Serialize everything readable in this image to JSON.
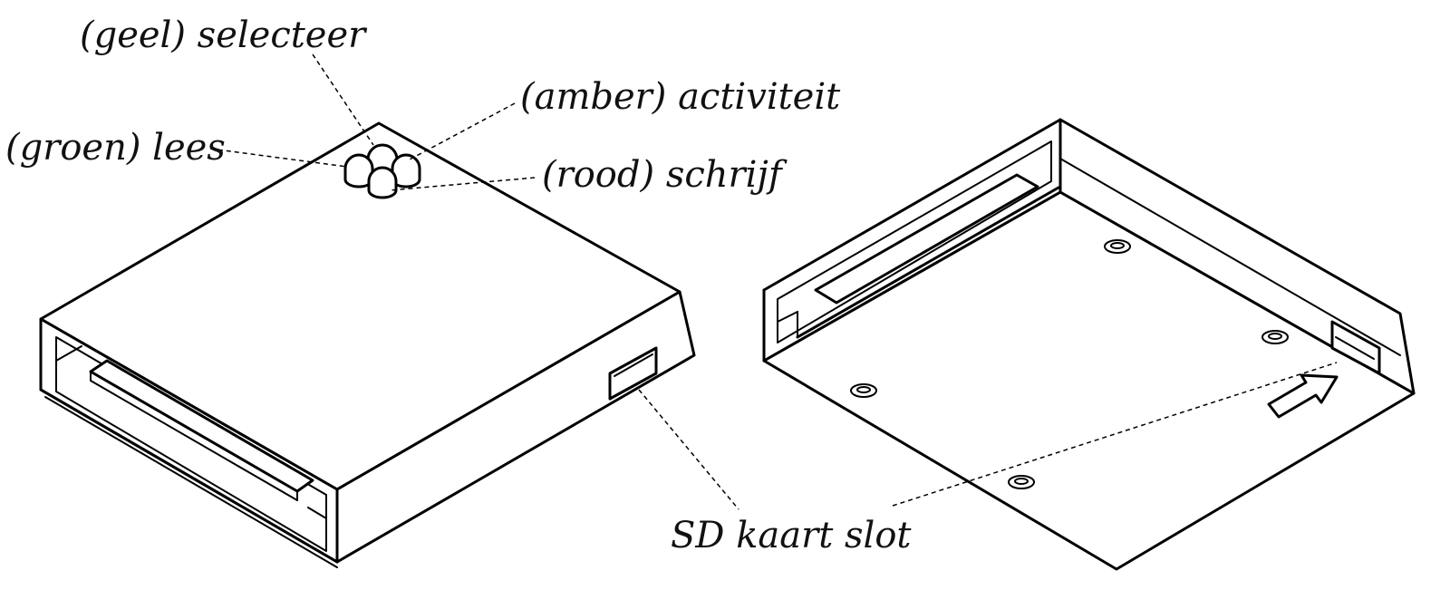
{
  "labels": {
    "select": "(geel) selecteer",
    "activity": "(amber) activiteit",
    "read": "(groen) lees",
    "write": "(rood) schrijf",
    "sd_slot": "SD kaart slot"
  },
  "led_colors": {
    "select": "geel",
    "activity": "amber",
    "read": "groen",
    "write": "rood"
  }
}
